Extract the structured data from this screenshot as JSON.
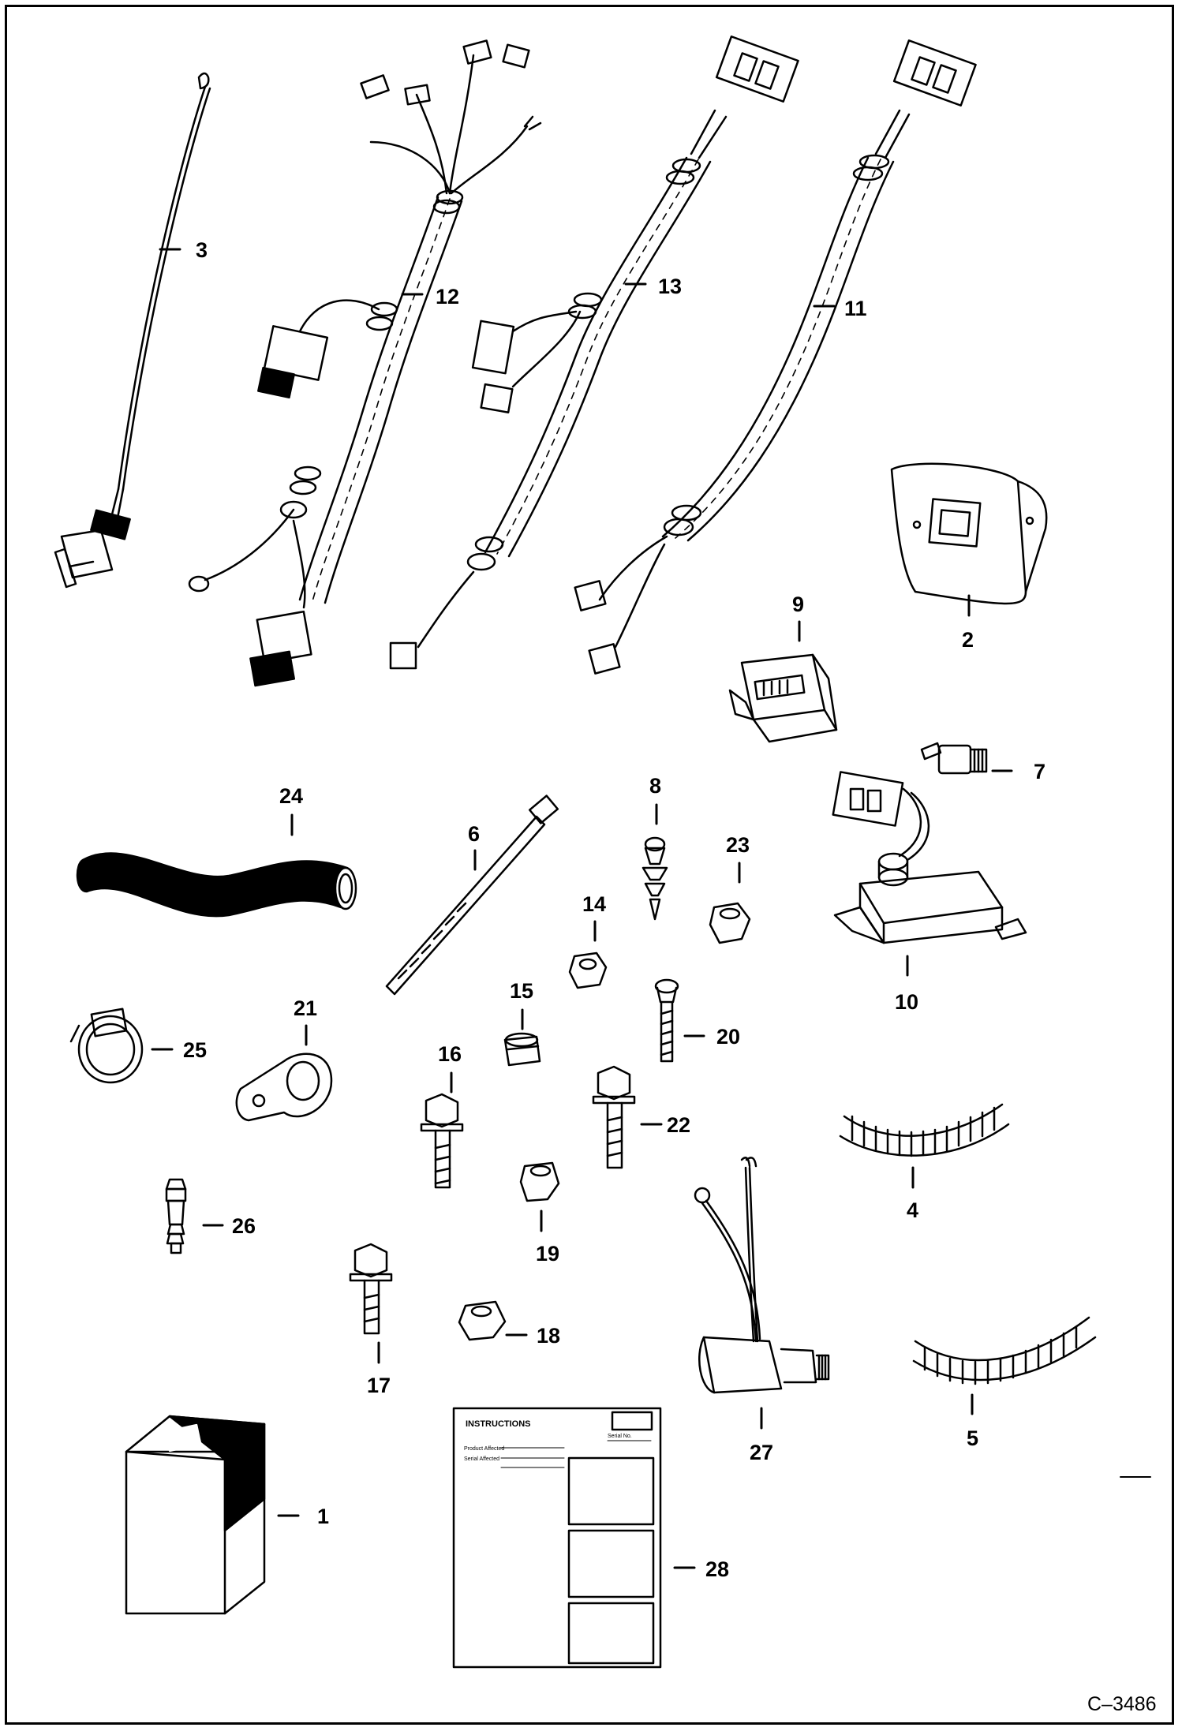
{
  "callouts": [
    "1",
    "2",
    "3",
    "4",
    "5",
    "6",
    "7",
    "8",
    "9",
    "10",
    "11",
    "12",
    "13",
    "14",
    "15",
    "16",
    "17",
    "18",
    "19",
    "20",
    "21",
    "22",
    "23",
    "24",
    "25",
    "26",
    "27",
    "28"
  ],
  "instruction_sheet": {
    "title": "INSTRUCTIONS",
    "field_1": "Product Affected",
    "field_2": "Serial Affected",
    "field_3": "Serial No."
  },
  "document_code": "C–3486",
  "colors": {
    "line": "#000000",
    "background": "#ffffff"
  }
}
